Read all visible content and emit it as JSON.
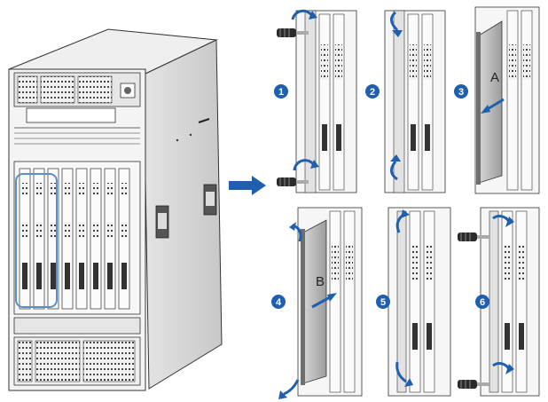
{
  "colors": {
    "step_badge": "#1f5fae",
    "arrow": "#1f5fae",
    "highlight": "#5b8fc7",
    "chassis": "#e9e9e9",
    "outline": "#3a3a3a",
    "board": "#b9b9b9"
  },
  "steps": [
    {
      "number": "1",
      "action": "loosen-screws"
    },
    {
      "number": "2",
      "action": "open-ejector-levers"
    },
    {
      "number": "3",
      "action": "pull-out-board",
      "board_label": "A"
    },
    {
      "number": "4",
      "action": "insert-board",
      "board_label": "B"
    },
    {
      "number": "5",
      "action": "close-ejector-levers"
    },
    {
      "number": "6",
      "action": "tighten-screws"
    }
  ],
  "icons": [
    "screwdriver-icon",
    "rotate-arrow-icon",
    "lever-arrow-icon",
    "direction-arrow-icon"
  ]
}
